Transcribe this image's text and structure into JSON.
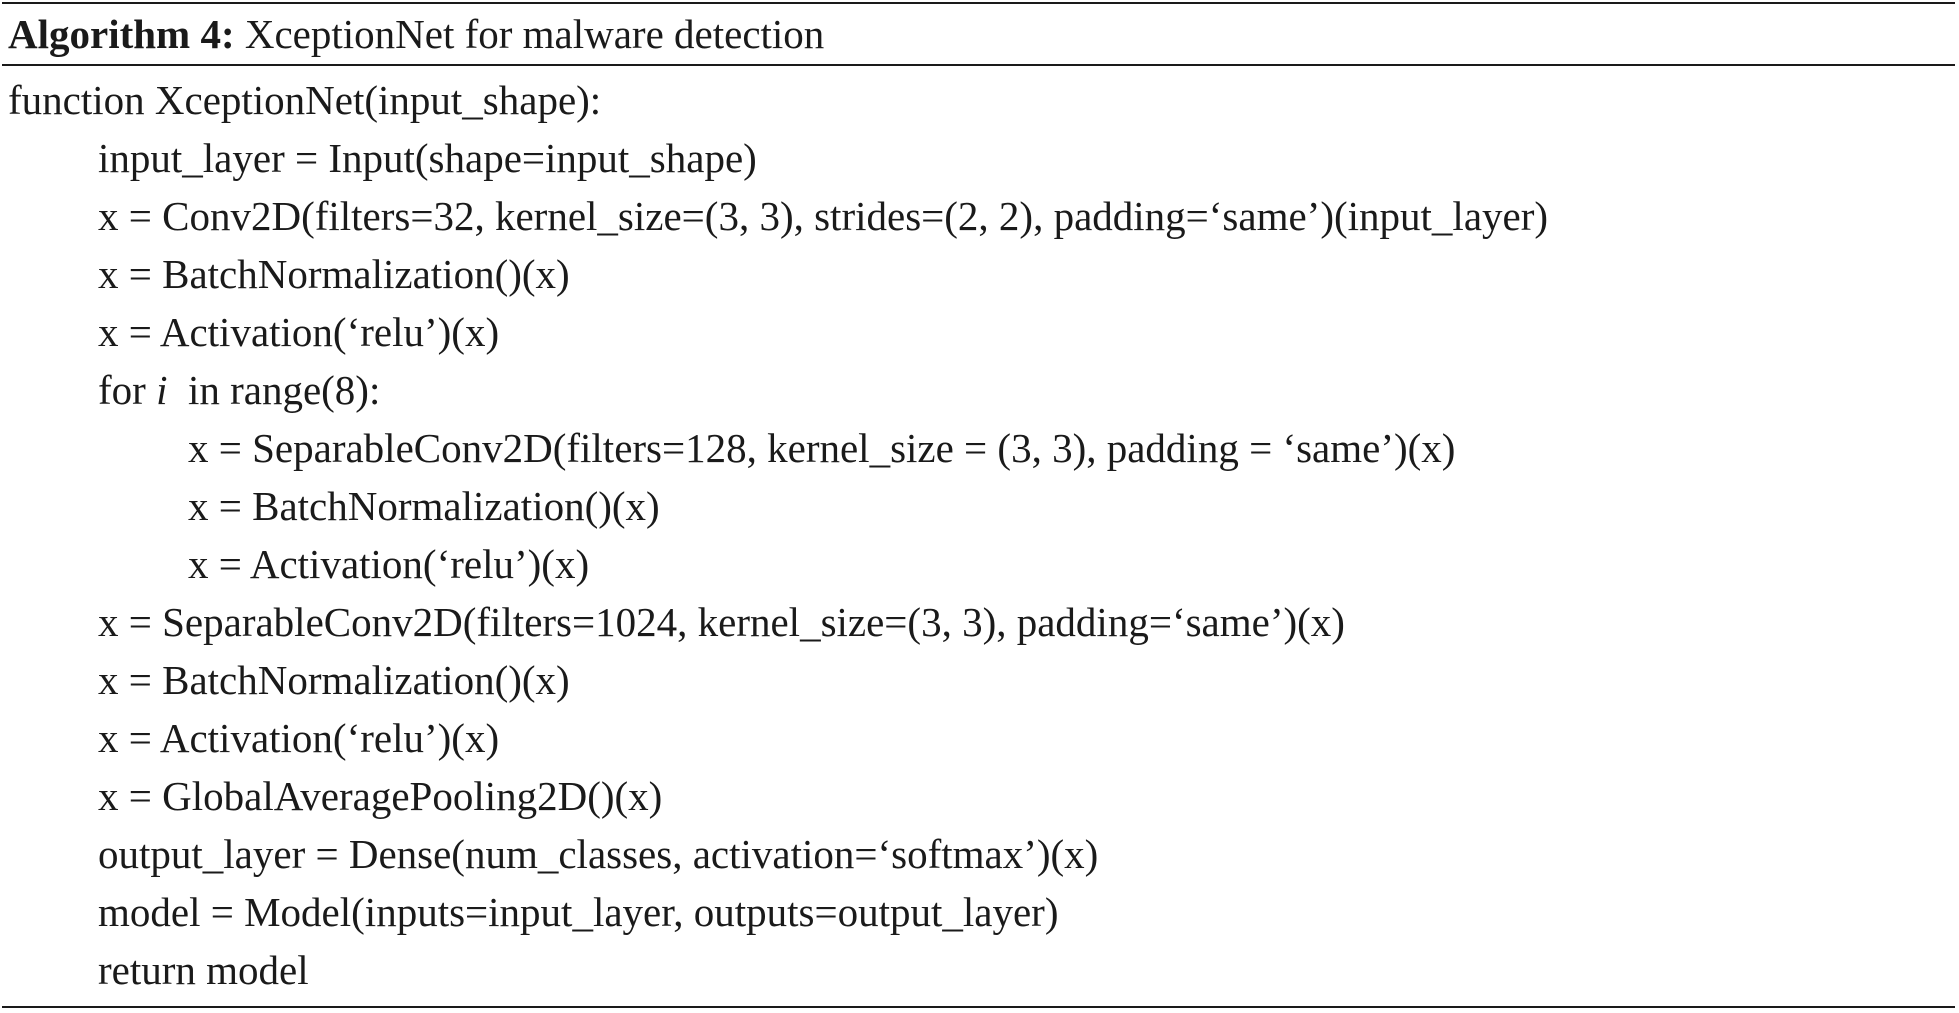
{
  "algorithm": {
    "label": "Algorithm 4:",
    "title": " XceptionNet for malware detection"
  },
  "code_lines": [
    {
      "indent": 0,
      "text": "function XceptionNet(input_shape):"
    },
    {
      "indent": 1,
      "text": "input_layer = Input(shape=input_shape)"
    },
    {
      "indent": 1,
      "text": "x = Conv2D(filters=32, kernel_size=(3, 3), strides=(2, 2), padding=‘same’)(input_layer)"
    },
    {
      "indent": 1,
      "text": "x = BatchNormalization()(x)"
    },
    {
      "indent": 1,
      "text": "x = Activation(‘relu’)(x)"
    },
    {
      "indent": 1,
      "text_before": "for ",
      "italic": "i",
      "text_after": "  in range(8):"
    },
    {
      "indent": 2,
      "text": "x = SeparableConv2D(filters=128, kernel_size = (3, 3), padding = ‘same’)(x)"
    },
    {
      "indent": 2,
      "text": "x = BatchNormalization()(x)"
    },
    {
      "indent": 2,
      "text": "x = Activation(‘relu’)(x)"
    },
    {
      "indent": 1,
      "text": "x = SeparableConv2D(filters=1024, kernel_size=(3, 3), padding=‘same’)(x)"
    },
    {
      "indent": 1,
      "text": "x = BatchNormalization()(x)"
    },
    {
      "indent": 1,
      "text": "x = Activation(‘relu’)(x)"
    },
    {
      "indent": 1,
      "text": "x = GlobalAveragePooling2D()(x)"
    },
    {
      "indent": 1,
      "text": "output_layer = Dense(num_classes, activation=‘softmax’)(x)"
    },
    {
      "indent": 1,
      "text": "model = Model(inputs=input_layer, outputs=output_layer)"
    },
    {
      "indent": 1,
      "text": "return model"
    }
  ]
}
